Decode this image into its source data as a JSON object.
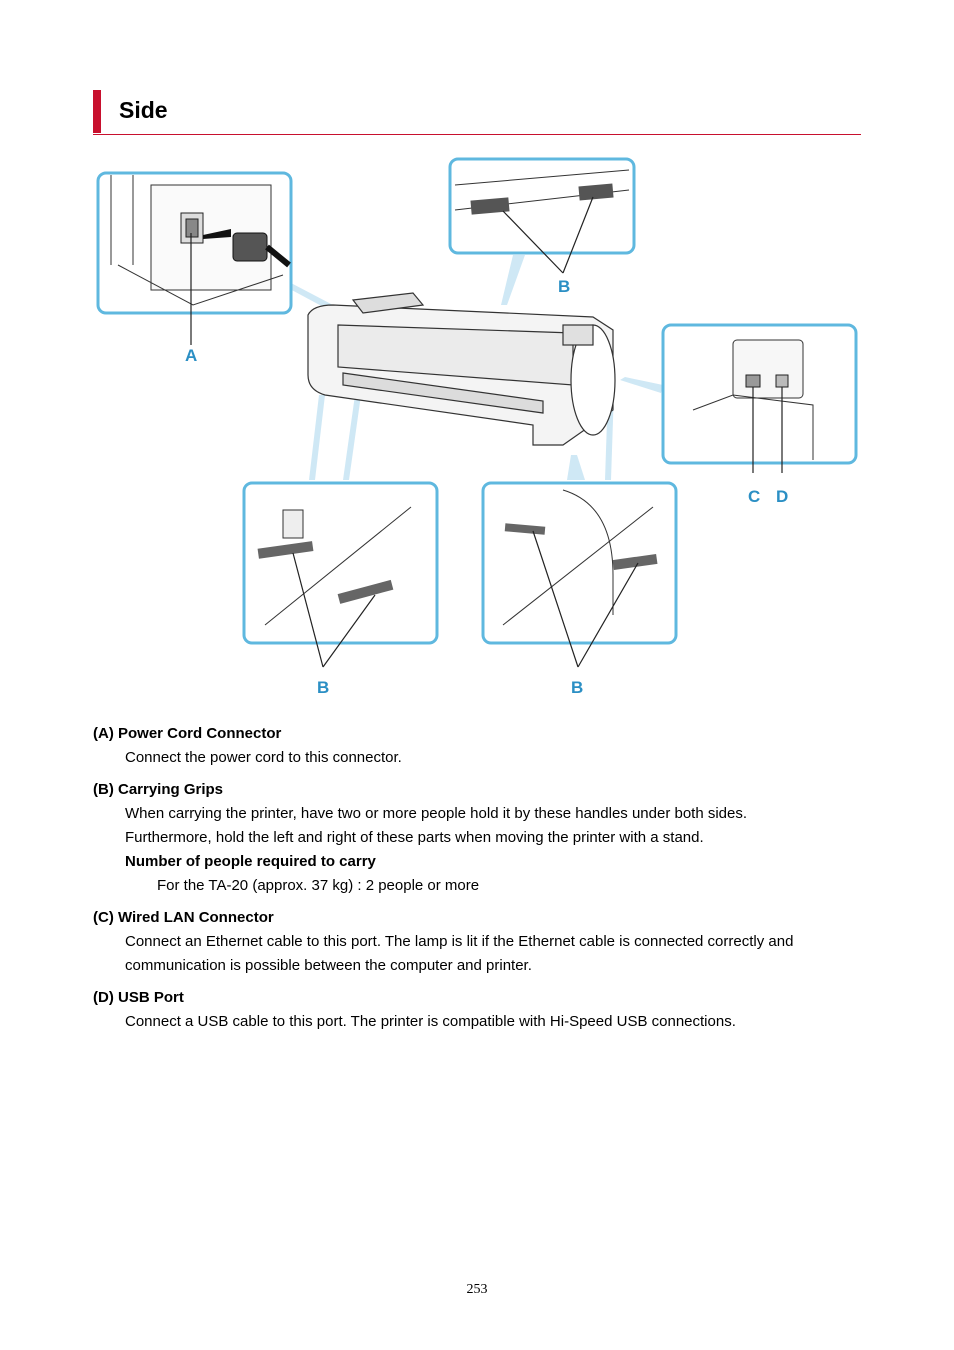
{
  "section": {
    "title": "Side"
  },
  "figure": {
    "callouts": {
      "a": "A",
      "b_top": "B",
      "b_left": "B",
      "b_right": "B",
      "c": "C",
      "d": "D"
    },
    "colors": {
      "frame": "#5fb8df",
      "callout": "#2b8fc4",
      "line": "#222222"
    }
  },
  "items": [
    {
      "term": "(A) Power Cord Connector",
      "lines": [
        "Connect the power cord to this connector."
      ]
    },
    {
      "term": "(B) Carrying Grips",
      "lines": [
        "When carrying the printer, have two or more people hold it by these handles under both sides.",
        "Furthermore, hold the left and right of these parts when moving the printer with a stand."
      ],
      "sub": {
        "term": "Number of people required to carry",
        "line": "For the TA-20 (approx. 37 kg) : 2 people or more"
      }
    },
    {
      "term": "(C) Wired LAN Connector",
      "lines": [
        "Connect an Ethernet cable to this port. The lamp is lit if the Ethernet cable is connected correctly and",
        "communication is possible between the computer and printer."
      ]
    },
    {
      "term": "(D) USB Port",
      "lines": [
        "Connect a USB cable to this port. The printer is compatible with Hi-Speed USB connections."
      ]
    }
  ],
  "page_number": "253"
}
